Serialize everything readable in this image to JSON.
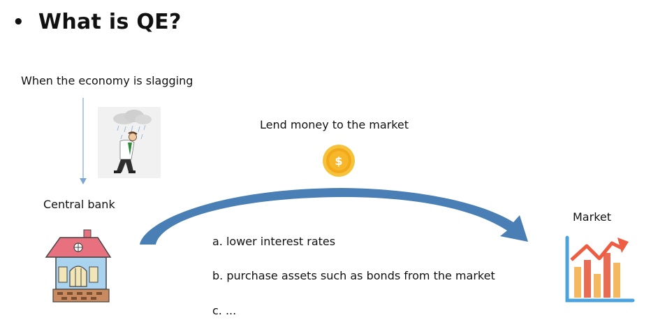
{
  "slide": {
    "bullet": "•",
    "title": "What is QE?",
    "condition": "When the economy is slagging",
    "action": "Lend money to the market",
    "central_bank": "Central bank",
    "market": "Market",
    "list": [
      "a. lower interest rates",
      "b. purchase assets such as bonds from the market",
      "c. ..."
    ]
  },
  "icons": {
    "sad_man": "sad-man-rain-cloud-icon",
    "coin": "gold-coin-icon",
    "bank": "bank-house-icon",
    "market": "market-growth-chart-icon"
  },
  "colors": {
    "arrow": "#4a7fb5",
    "down_arrow": "#7fa6d0",
    "coin": "#f2a818",
    "roof": "#e8717f",
    "chart_up": "#ee5c42"
  }
}
